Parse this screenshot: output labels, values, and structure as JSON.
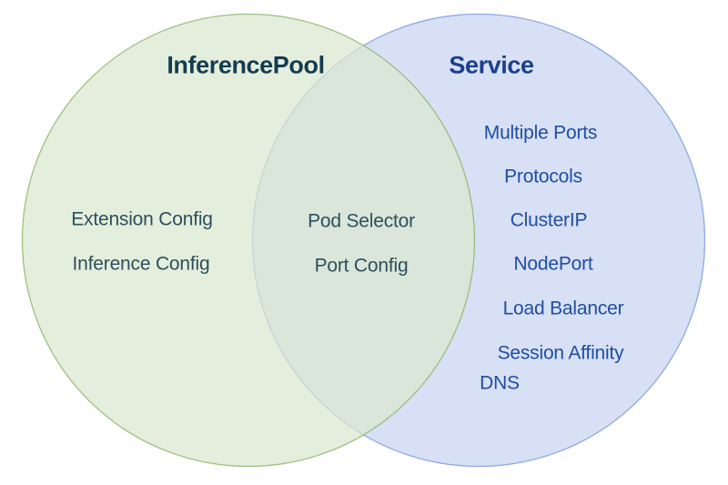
{
  "diagram": {
    "type": "venn",
    "background": "#ffffff",
    "left_set": {
      "title": "InferencePool",
      "items": [
        "Extension Config",
        "Inference Config"
      ]
    },
    "intersection": {
      "items": [
        "Pod Selector",
        "Port Config"
      ]
    },
    "right_set": {
      "title": "Service",
      "items": [
        "Multiple Ports",
        "Protocols",
        "ClusterIP",
        "NodePort",
        "Load Balancer",
        "Session Affinity",
        "DNS"
      ]
    },
    "colors": {
      "left_fill": "#e4eedd",
      "left_stroke": "#a6c98f",
      "left_title_text": "#143c50",
      "left_item_text": "#2e4f5d",
      "right_fill": "#d7e0f4",
      "right_stroke": "#8ea9e3",
      "right_title_text": "#1b3f8c",
      "right_item_text": "#1f4ea3",
      "overlap_fill": "#dae7de"
    }
  }
}
